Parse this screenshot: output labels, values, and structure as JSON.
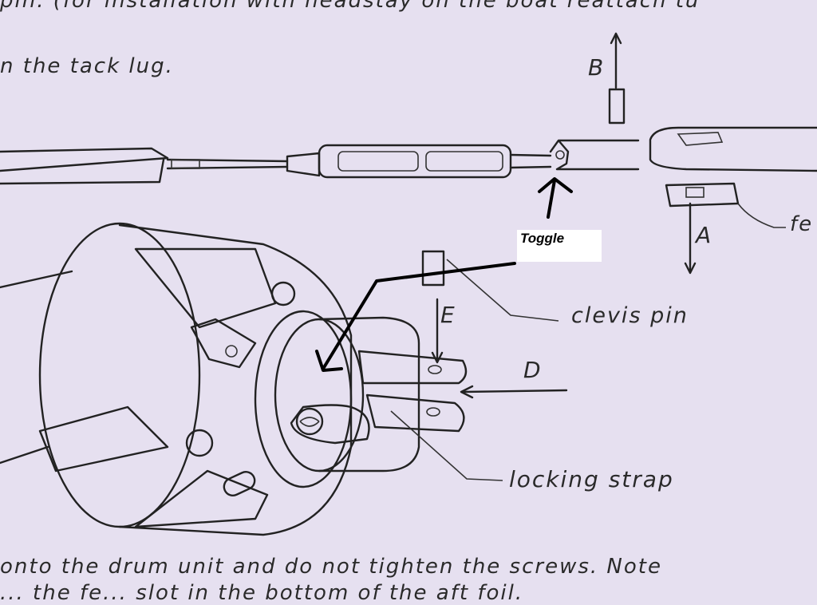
{
  "text": {
    "top_line1": "pin. (for installation with headstay on the boat reattach tu",
    "top_line2": "n the tack lug.",
    "bottom_line1": "onto the drum unit and do not tighten the screws. Note",
    "bottom_line2": "... the fe... slot in the bottom of the aft foil."
  },
  "labels": {
    "toggle": "Toggle",
    "clevis_pin": "clevis pin",
    "locking_strap": "locking strap",
    "feeder_partial": "fe",
    "letter_a": "A",
    "letter_b": "B",
    "letter_d": "D",
    "letter_e": "E"
  }
}
